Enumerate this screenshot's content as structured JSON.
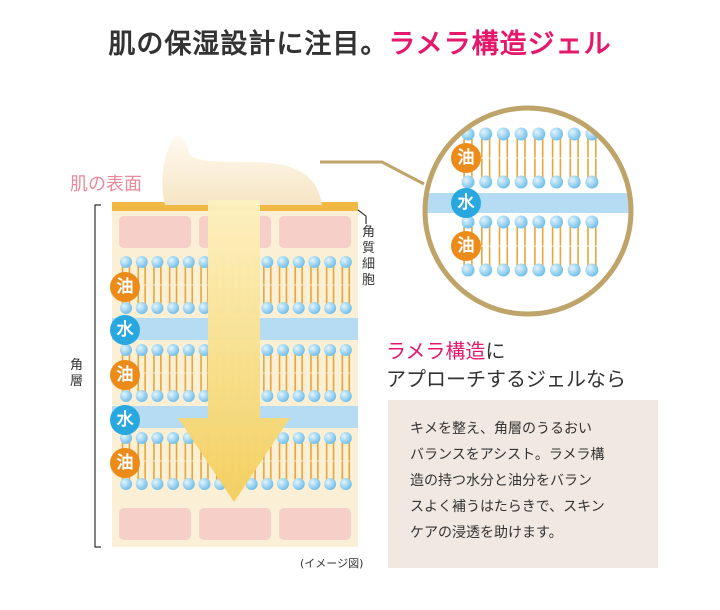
{
  "title": {
    "main": "肌の保湿設計に注目。",
    "accent": "ラメラ構造ジェル"
  },
  "labels": {
    "skin_surface": "肌の表面",
    "corneocyte": "角質細胞",
    "stratum_corneum": "角層",
    "image_note": "(イメージ図)"
  },
  "layers": {
    "oil": "油",
    "water": "水"
  },
  "heading": {
    "accent": "ラメラ構造",
    "line1_rest": "に",
    "line2": "アプローチするジェルなら"
  },
  "description": [
    "キメを整え、角層のうるおい",
    "バランスをアシスト。ラメラ構",
    "造の持つ水分と油分をバラン",
    "スよく補うはたらきで、スキン",
    "ケアの浸透を助けます。"
  ],
  "colors": {
    "accent_pink": "#e5196b",
    "skin_label": "#e88a9a",
    "oil_badge": "#ec8b1a",
    "water_badge": "#29a8e0",
    "lipid_head": "#7fc8ee",
    "water_band": "#b5dcf2",
    "lipid_tail": "#e6a63a",
    "stratum_bg": "#fbefd5",
    "cell": "#f5cfc8",
    "arrow": "#f8df8a",
    "circle_border": "#bfa46a",
    "info_box": "#f0e8e1"
  }
}
